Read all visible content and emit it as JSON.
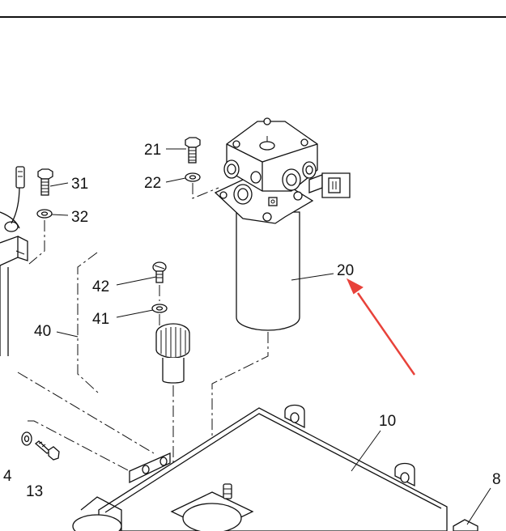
{
  "callouts": {
    "c21": "21",
    "c22": "22",
    "c31": "31",
    "c32": "32",
    "c20": "20",
    "c42": "42",
    "c41": "41",
    "c40": "40",
    "c10": "10",
    "c4": "4",
    "c13": "13",
    "c8": "8"
  },
  "colors": {
    "line": "#111111",
    "arrow": "#e8423a",
    "background": "#ffffff"
  }
}
